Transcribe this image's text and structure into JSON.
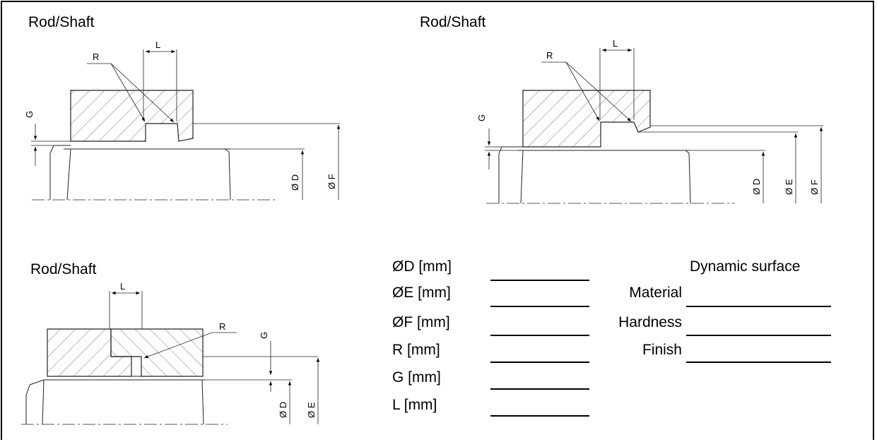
{
  "panels": {
    "top_left": {
      "title": "Rod/Shaft",
      "labels": {
        "r": "R",
        "l": "L",
        "g": "G",
        "d": "Ø D",
        "f": "Ø F"
      }
    },
    "top_right": {
      "title": "Rod/Shaft",
      "labels": {
        "r": "R",
        "l": "L",
        "g": "G",
        "d": "Ø D",
        "e": "Ø E",
        "f": "Ø F"
      }
    },
    "bottom_left": {
      "title": "Rod/Shaft",
      "labels": {
        "r": "R",
        "l": "L",
        "g": "G",
        "d": "Ø D",
        "e": "Ø E"
      }
    }
  },
  "form": {
    "dimensions": [
      {
        "label": "ØD [mm]",
        "value": ""
      },
      {
        "label": "ØE [mm]",
        "value": ""
      },
      {
        "label": "ØF [mm]",
        "value": ""
      },
      {
        "label": "R [mm]",
        "value": ""
      },
      {
        "label": "G [mm]",
        "value": ""
      },
      {
        "label": "L [mm]",
        "value": ""
      }
    ],
    "surface_title": "Dynamic surface",
    "surface": [
      {
        "label": "Material",
        "value": ""
      },
      {
        "label": "Hardness",
        "value": ""
      },
      {
        "label": "Finish",
        "value": ""
      }
    ]
  }
}
